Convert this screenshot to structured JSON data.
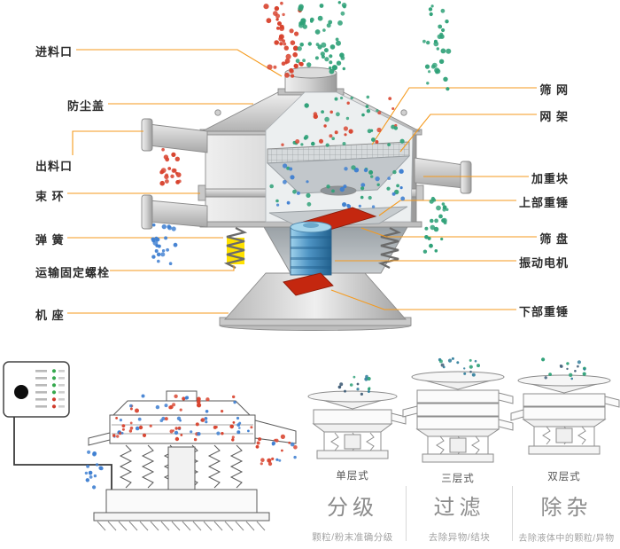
{
  "diagram": {
    "left_labels": [
      "进料口",
      "防尘盖",
      "出料口",
      "束 环",
      "弹 簧",
      "运输固定螺栓",
      "机 座"
    ],
    "right_labels": [
      "筛 网",
      "网 架",
      "加重块",
      "上部重锤",
      "筛 盘",
      "振动电机",
      "下部重锤"
    ]
  },
  "variants": [
    "单层式",
    "三层式",
    "双层式"
  ],
  "functions": [
    {
      "title": "分级",
      "subtitle": "颗粒/粉末准确分级"
    },
    {
      "title": "过滤",
      "subtitle": "去除异物/结块"
    },
    {
      "title": "除杂",
      "subtitle": "去除液体中的颗粒/异物"
    }
  ],
  "colors": {
    "connector": "#f59a1d",
    "particle_red": "#d8432e",
    "particle_green": "#2fa178",
    "particle_blue": "#3f7fd1",
    "particle_teal": "#2f7d9b",
    "particle_dark": "#44617a",
    "highlight_yellow": "#ffe100",
    "motor_blue": "#4e94c4",
    "weight_red": "#c4270f",
    "label_text": "#2b2b2b",
    "function_text": "#8c8c8c"
  }
}
